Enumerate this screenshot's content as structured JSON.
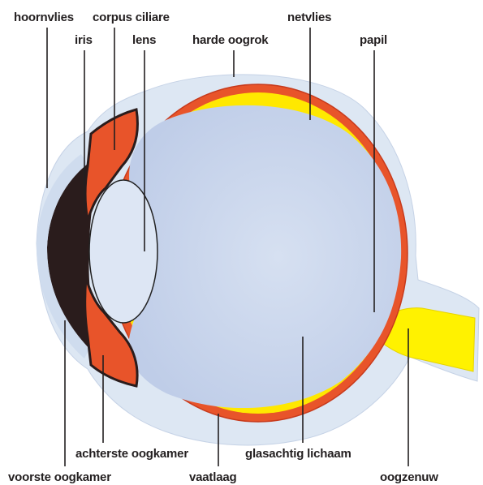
{
  "labels": {
    "hoornvlies": "hoornvlies",
    "iris": "iris",
    "corpus_ciliare": "corpus ciliare",
    "lens": "lens",
    "harde_oogrok": "harde oogrok",
    "netvlies": "netvlies",
    "papil": "papil",
    "achterste_oogkamer": "achterste oogkamer",
    "voorste_oogkamer": "voorste oogkamer",
    "vaatlaag": "vaatlaag",
    "glasachtig_lichaam": "glasachtig lichaam",
    "oogzenuw": "oogzenuw"
  },
  "colors": {
    "sclera": "#dde7f3",
    "choroid": "#e8542a",
    "choroid_edge": "#c73a1c",
    "retina": "#ffe800",
    "vitreous": "#c9d5ec",
    "lens": "#dde6f4",
    "dark_chamber": "#2a1c1c",
    "optic_nerve": "#fff200",
    "text": "#231f20"
  }
}
